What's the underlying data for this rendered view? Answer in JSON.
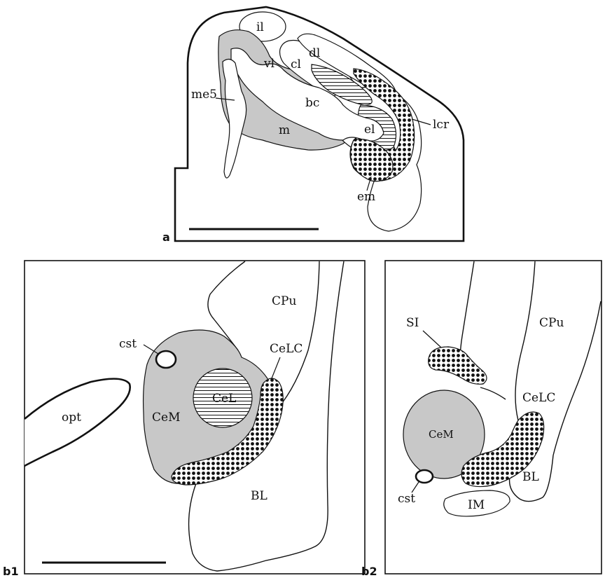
{
  "panels": {
    "a": {
      "panel_label": "a",
      "regions": {
        "il": "il",
        "dl": "dl",
        "cl": "cl",
        "vl": "vl",
        "me5": "me5",
        "bc": "bc",
        "m": "m",
        "el": "el",
        "lcr": "lcr",
        "em": "em"
      }
    },
    "b1": {
      "panel_label": "b1",
      "regions": {
        "cpu": "CPu",
        "cst": "cst",
        "celc": "CeLC",
        "opt": "opt",
        "cem": "CeM",
        "cel": "CeL",
        "bl": "BL"
      }
    },
    "b2": {
      "panel_label": "b2",
      "regions": {
        "si": "SI",
        "cpu": "CPu",
        "celc": "CeLC",
        "cem": "CeM",
        "bl": "BL",
        "cst": "cst",
        "im": "IM"
      }
    }
  },
  "legend_fills": {
    "gray": "#c8c8c8",
    "dotted": "#111111",
    "hatched": "#111111"
  }
}
